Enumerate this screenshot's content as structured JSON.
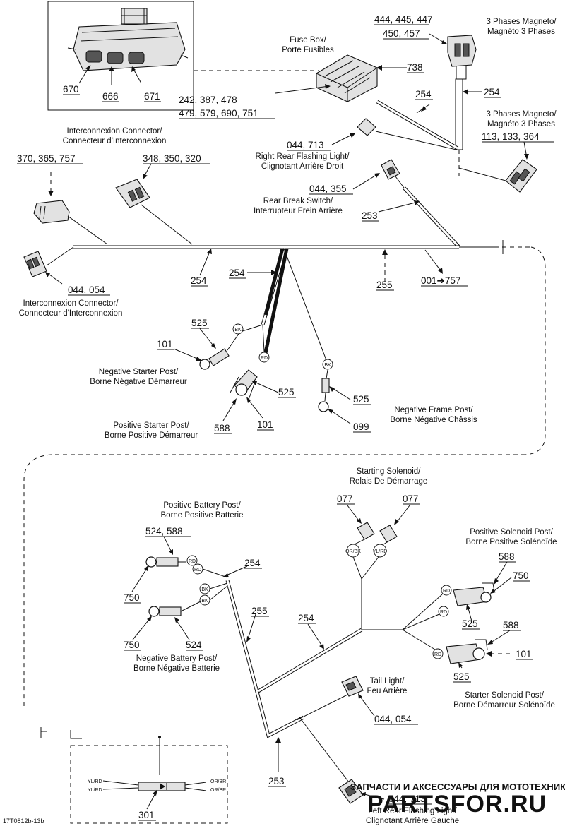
{
  "diagram": {
    "labels": {
      "fuse_box": [
        "Fuse Box/",
        "Porte Fusibles"
      ],
      "magneto_top": [
        "3 Phases Magneto/",
        "Magnéto 3 Phases"
      ],
      "magneto_mid": [
        "3 Phases Magneto/",
        "Magnéto 3 Phases"
      ],
      "interconnexion_top": [
        "Interconnexion Connector/",
        "Connecteur d'Interconnexion"
      ],
      "interconnexion_left": [
        "Interconnexion Connector/",
        "Connecteur d'Interconnexion"
      ],
      "right_rear_flashing": [
        "Right Rear Flashing Light/",
        "Clignotant Arrière Droit"
      ],
      "rear_brake_switch": [
        "Rear Break Switch/",
        "Interrupteur Frein Arrière"
      ],
      "negative_starter_post": [
        "Negative Starter Post/",
        "Borne Négative Démarreur"
      ],
      "positive_starter_post": [
        "Positive Starter Post/",
        "Borne Positive Démarreur"
      ],
      "negative_frame_post": [
        "Negative Frame Post/",
        "Borne Négative Châssis"
      ],
      "starting_solenoid": [
        "Starting Solenoid/",
        "Relais De Démarrage"
      ],
      "positive_battery_post": [
        "Positive Battery Post/",
        "Borne Positive Batterie"
      ],
      "positive_solenoid_post": [
        "Positive Solenoid Post/",
        "Borne Positive Solénoïde"
      ],
      "negative_battery_post": [
        "Negative Battery Post/",
        "Borne Négative Batterie"
      ],
      "tail_light": [
        "Tail Light/",
        "Feu Arrière"
      ],
      "starter_solenoid_post": [
        "Starter Solenoid Post/",
        "Borne Démarreur Solénoïde"
      ],
      "left_rear_flashing": [
        "Left Rear Flashing Light/",
        "Clignotant Arrière Gauche"
      ]
    },
    "refs": {
      "r670": "670",
      "r666": "666",
      "r671": "671",
      "r444": "444, 445, 447",
      "r450": "450, 457",
      "r738": "738",
      "r242": "242, 387, 478",
      "r479": "479, 579, 690, 751",
      "r254_fuse": "254",
      "r254_mag": "254",
      "r113": "113, 133, 364",
      "r044_713_top": "044, 713",
      "r370": "370, 365, 757",
      "r348": "348, 350, 320",
      "r044_355": "044, 355",
      "r253_top": "253",
      "r254_harness": "254",
      "r254_branch": "254",
      "r255_top": "255",
      "r001": "001➔757",
      "r044_054_top": "044, 054",
      "r525_a": "525",
      "r101_a": "101",
      "r525_b": "525",
      "r101_b": "101",
      "r588_a": "588",
      "r525_c": "525",
      "r099": "099",
      "r077_a": "077",
      "r077_b": "077",
      "r524_588": "524, 588",
      "r254_bat": "254",
      "r750_a": "750",
      "r255_bot": "255",
      "r750_b": "750",
      "r524": "524",
      "r254_mid": "254",
      "r588_b": "588",
      "r750_c": "750",
      "r525_d": "525",
      "r588_c": "588",
      "r101_c": "101",
      "r525_e": "525",
      "r044_054_bot": "044, 054",
      "r253_bot": "253",
      "r044_713_bot": "044, 713",
      "r301": "301"
    },
    "wire_tags": {
      "bk": "BK",
      "rd": "RD",
      "or_bk": "OR/BK",
      "yl_rd": "YL/RD",
      "yl_rd_l": "YL/RD",
      "or_br_r": "OR/BR"
    },
    "footer_code": "17T0812b-13b",
    "watermark": {
      "line1": "ЗАПЧАСТИ И АКСЕССУАРЫ ДЛЯ МОТОТЕХНИКИ",
      "line2": "PARTSFOR.RU"
    }
  }
}
